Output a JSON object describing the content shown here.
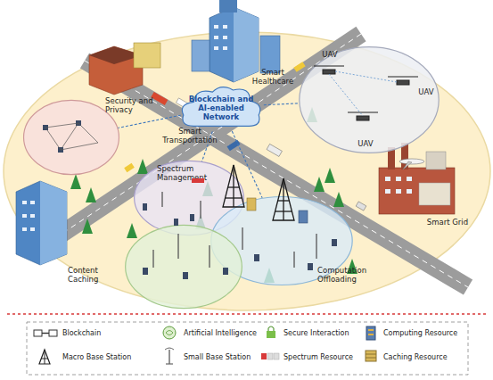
{
  "diagram": {
    "nodes": [
      {
        "text": [
          "Blockchain and AI-enabled Network"
        ]
      },
      {
        "text": [
          "UAV",
          "UAV",
          "UAV"
        ]
      },
      {
        "text": [
          "Security and Privacy"
        ]
      },
      {
        "text": [
          "Spectrum Management"
        ]
      },
      {
        "text": [
          "Computation Offloading"
        ]
      },
      {
        "text": [
          "Content Caching"
        ]
      }
    ],
    "edges": [
      {
        "from": 0,
        "to": 1,
        "arrow": "none"
      },
      {
        "from": 0,
        "to": 2,
        "arrow": "none"
      },
      {
        "from": 0,
        "to": 3,
        "arrow": "none"
      },
      {
        "from": 0,
        "to": 4,
        "arrow": "none"
      }
    ],
    "labels": [
      "Smart Healthcare",
      "Smart Transportation",
      "Smart Grid"
    ],
    "legend": [
      {
        "text": "Blockchain"
      },
      {
        "text": "Artificial Intelligence"
      },
      {
        "text": "Secure Interaction"
      },
      {
        "text": "Computing Resource"
      },
      {
        "text": "Macro Base Station"
      },
      {
        "text": "Small Base Station"
      },
      {
        "text": "Spectrum Resource"
      },
      {
        "text": "Caching Resource"
      }
    ]
  }
}
